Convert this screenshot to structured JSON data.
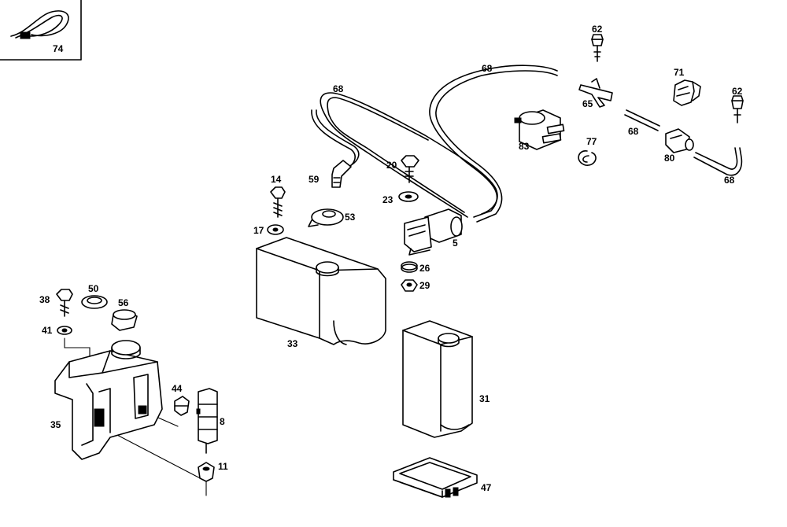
{
  "diagram": {
    "inset_label": "74",
    "callouts": {
      "p62a": "62",
      "p71": "71",
      "p62b": "62",
      "p68a": "68",
      "p65": "65",
      "p68b": "68",
      "p68c": "68",
      "p83": "83",
      "p77": "77",
      "p68d": "68",
      "p80": "80",
      "p14": "14",
      "p20": "20",
      "p59": "59",
      "p23": "23",
      "p53": "53",
      "p17": "17",
      "p5": "5",
      "p26": "26",
      "p29": "29",
      "p33": "33",
      "p50": "50",
      "p38": "38",
      "p56": "56",
      "p41": "41",
      "p44": "44",
      "p8": "8",
      "p35": "35",
      "p11": "11",
      "p31": "31",
      "p47": "47"
    }
  }
}
